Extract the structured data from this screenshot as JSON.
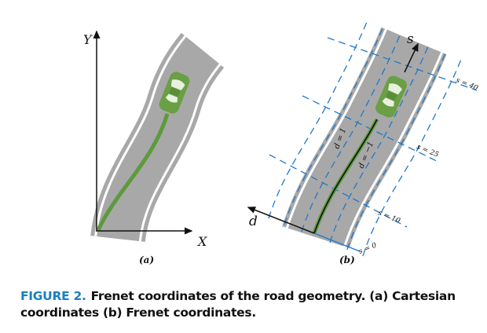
{
  "panel_a": {
    "y_axis_label": "Y",
    "x_axis_label": "X",
    "sublabel": "(a)"
  },
  "panel_b": {
    "d_axis_label": "d",
    "s_axis_label": "s",
    "sublabel": "(b)",
    "d_lines": [
      "d = 1",
      "d = −1"
    ],
    "s_lines": [
      "s = 0",
      "s = 10",
      "s = 25",
      "s = 40"
    ]
  },
  "caption": {
    "figure_label": "FIGURE 2.",
    "text": "Frenet coordinates of the road geometry. (a) Cartesian coordinates (b) Frenet coordinates."
  },
  "colors": {
    "road": "#a8a8a8",
    "lane_line": "#ffffff",
    "car": "#6a9f45",
    "path": "#5c9a3c",
    "grid": "#1f78c8",
    "caption_label": "#1a7fc0"
  }
}
